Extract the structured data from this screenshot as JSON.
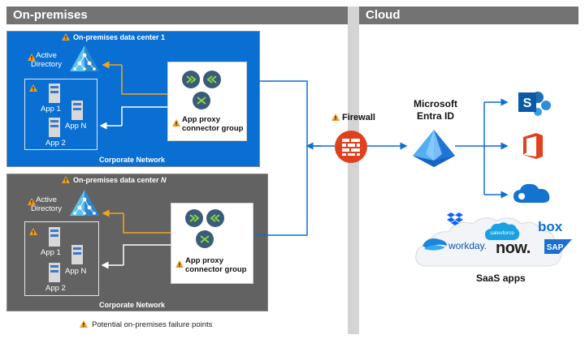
{
  "headers": {
    "left": "On-premises",
    "right": "Cloud"
  },
  "dc1": {
    "title": "On-premises data center 1",
    "ad_label": "Active\nDirectory",
    "apps": [
      "App 1",
      "App N",
      "App 2"
    ],
    "connector": "App proxy\nconnector group",
    "network": "Corporate Network",
    "color": "#0a6fd3"
  },
  "dcN": {
    "title": "On-premises data center ",
    "title_italic": "N",
    "ad_label": "Active\nDirectory",
    "apps": [
      "App 1",
      "App N",
      "App 2"
    ],
    "connector": "App proxy\nconnector group",
    "network": "Corporate Network",
    "color": "#626262"
  },
  "legend": "Potential on-premises failure points",
  "firewall": "Firewall",
  "entra": "Microsoft\nEntra ID",
  "saas": {
    "label": "SaaS apps",
    "logos": [
      "dropbox-icon",
      "salesforce",
      "box",
      "workday.",
      "now.",
      "SAP"
    ]
  },
  "icons": [
    "sharepoint-icon",
    "office-icon",
    "onedrive-icon",
    "warning-icon",
    "firewall-icon",
    "entra-id-icon",
    "active-directory-icon",
    "server-icon",
    "connector-icon"
  ],
  "colors": {
    "warning": "#f29d1f",
    "arrow_blue": "#0a6fd3",
    "arrow_orange": "#f2a61c",
    "firewall": "#e0401e"
  }
}
